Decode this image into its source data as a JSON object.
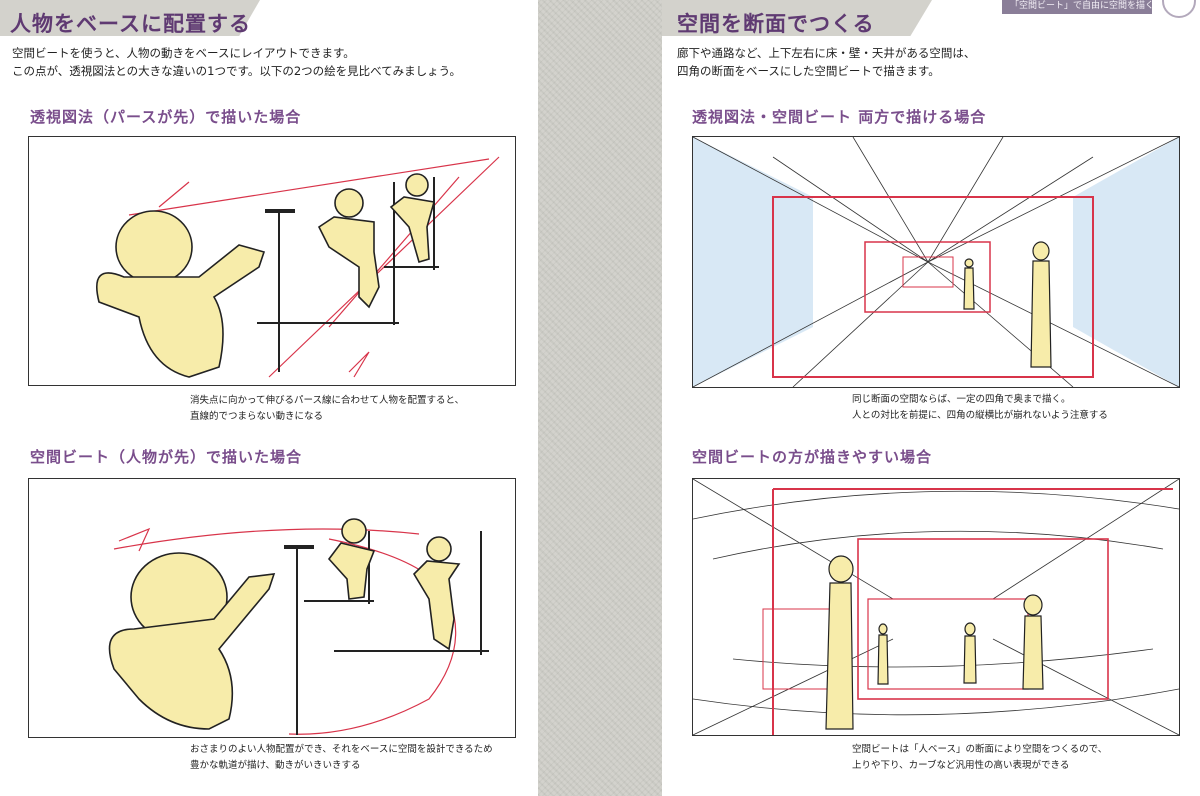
{
  "left_page": {
    "title": "人物をベースに配置する",
    "intro": [
      "空間ビートを使うと、人物の動きをベースにレイアウトできます。",
      "この点が、透視図法との大きな違いの1つです。以下の2つの絵を見比べてみましょう。"
    ],
    "figure1": {
      "heading": "透視図法（パースが先）で描いた場合",
      "caption": [
        "消失点に向かって伸びるパース線に合わせて人物を配置すると、",
        "直線的でつまらない動きになる"
      ]
    },
    "figure2": {
      "heading": "空間ビート（人物が先）で描いた場合",
      "caption": [
        "おさまりのよい人物配置ができ、それをベースに空間を設計できるため",
        "豊かな軌道が描け、動きがいきいきする"
      ]
    }
  },
  "right_page": {
    "header_tab": "「空間ビート」で自由に空間を描く",
    "title": "空間を断面でつくる",
    "intro": [
      "廊下や通路など、上下左右に床・壁・天井がある空間は、",
      "四角の断面をベースにした空間ビートで描きます。"
    ],
    "figure1": {
      "heading": "透視図法・空間ビート 両方で描ける場合",
      "caption": [
        "同じ断面の空間ならば、一定の四角で奥まで描く。",
        "人との対比を前提に、四角の縦横比が崩れないよう注意する"
      ]
    },
    "figure2": {
      "heading": "空間ビートの方が描きやすい場合",
      "caption": [
        "空間ビートは「人ベース」の断面により空間をつくるので、",
        "上りや下り、カーブなど汎用性の高い表現ができる"
      ]
    }
  },
  "colors": {
    "heading": "#5f3a72",
    "subheading": "#7a4e8c",
    "figure_skin": "#f7ecaa",
    "perspective_line": "#d8344a",
    "accent_blue": "#a9cbe8"
  }
}
